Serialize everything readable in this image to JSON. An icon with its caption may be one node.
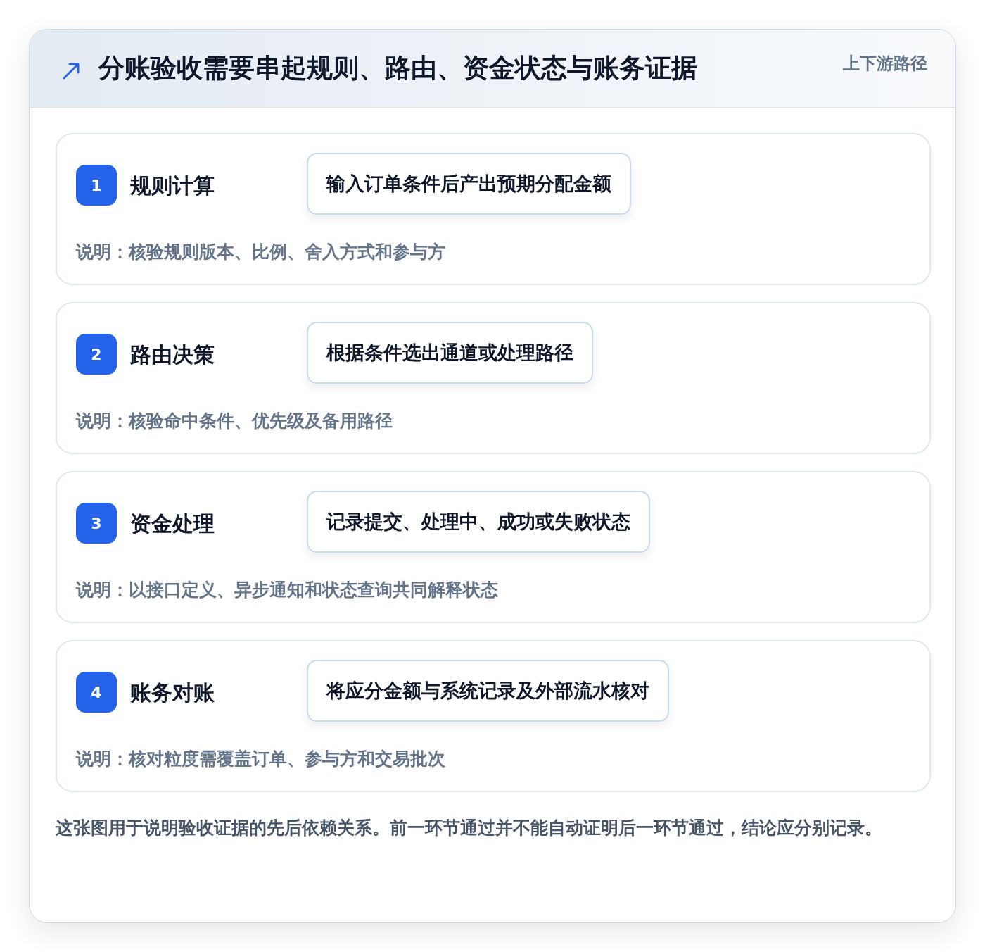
{
  "diagram": {
    "title": "分账验收需要串起规则、路由、资金状态与账务证据",
    "nodes": [
      {
        "text": [
          "规则计算",
          "说明：核验规则版本、比例、舍入方式和参与方"
        ]
      },
      {
        "text": [
          "1"
        ],
        "in": 0
      },
      {
        "text": [
          "输入订单条件后产出预期分配金额"
        ],
        "in": 0
      },
      {
        "text": [
          "路由决策",
          "说明：核验命中条件、优先级及备用路径"
        ]
      },
      {
        "text": [
          "2"
        ],
        "in": 3
      },
      {
        "text": [
          "根据条件选出通道或处理路径"
        ],
        "in": 3
      },
      {
        "text": [
          "资金处理",
          "说明：以接口定义、异步通知和状态查询共同解释状态"
        ]
      },
      {
        "text": [
          "3"
        ],
        "in": 6
      },
      {
        "text": [
          "记录提交、处理中、成功或失败状态"
        ],
        "in": 6
      },
      {
        "text": [
          "账务对账",
          "说明：核对粒度需覆盖订单、参与方和交易批次"
        ]
      },
      {
        "text": [
          "4"
        ],
        "in": 9
      },
      {
        "text": [
          "将应分金额与系统记录及外部流水核对"
        ],
        "in": 9
      }
    ],
    "edges": [],
    "labels": [
      "上下游路径"
    ],
    "caption": "这张图用于说明验收证据的先后依赖关系。前一环节通过并不能自动证明后一环节通过，结论应分别记录。"
  }
}
